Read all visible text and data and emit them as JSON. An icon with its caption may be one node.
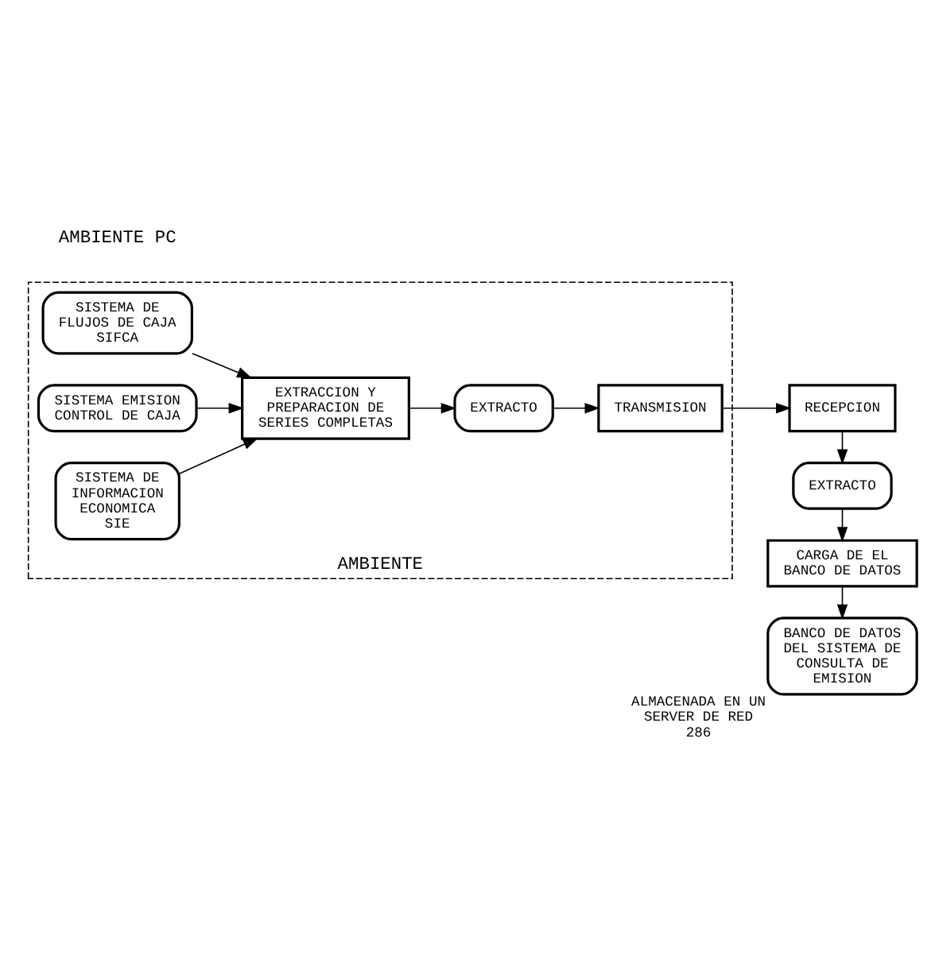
{
  "diagram": {
    "nodes": [
      {
        "text": [
          "AMBIENTE"
        ]
      },
      {
        "text": [
          "SISTEMA DE FLUJOS DE CAJA",
          "SIFCA"
        ],
        "in": 0
      },
      {
        "text": [
          "SISTEMA EMISION CONTROL DE CAJA"
        ],
        "in": 0
      },
      {
        "text": [
          "SISTEMA DE INFORMACION ECONOMICA",
          "SIE"
        ],
        "in": 0
      },
      {
        "text": [
          "EXTRACCION Y PREPARACION DE SERIES COMPLETAS"
        ],
        "in": 0
      },
      {
        "text": [
          "EXTRACTO"
        ],
        "in": 0
      },
      {
        "text": [
          "TRANSMISION"
        ],
        "in": 0
      },
      {
        "text": [
          "RECEPCION"
        ]
      },
      {
        "text": [
          "EXTRACTO"
        ]
      },
      {
        "text": [
          "CARGA DE EL BANCO DE DATOS"
        ]
      },
      {
        "text": [
          "BANCO DE DATOS DEL SISTEMA DE CONSULTA DE EMISION"
        ],
        "beside": [
          "ALMACENADA EN UN SERVER DE RED 286"
        ]
      }
    ],
    "edges": [
      {
        "from": 1,
        "to": 4,
        "arrow": "to"
      },
      {
        "from": 2,
        "to": 4,
        "arrow": "to"
      },
      {
        "from": 3,
        "to": 4,
        "arrow": "to"
      },
      {
        "from": 4,
        "to": 5,
        "arrow": "to"
      },
      {
        "from": 5,
        "to": 6,
        "arrow": "to"
      },
      {
        "from": 6,
        "to": 7,
        "arrow": "to"
      },
      {
        "from": 7,
        "to": 8,
        "arrow": "to"
      },
      {
        "from": 8,
        "to": 9,
        "arrow": "to"
      },
      {
        "from": 9,
        "to": 10,
        "arrow": "to"
      }
    ],
    "labels": [
      "AMBIENTE PC"
    ]
  }
}
